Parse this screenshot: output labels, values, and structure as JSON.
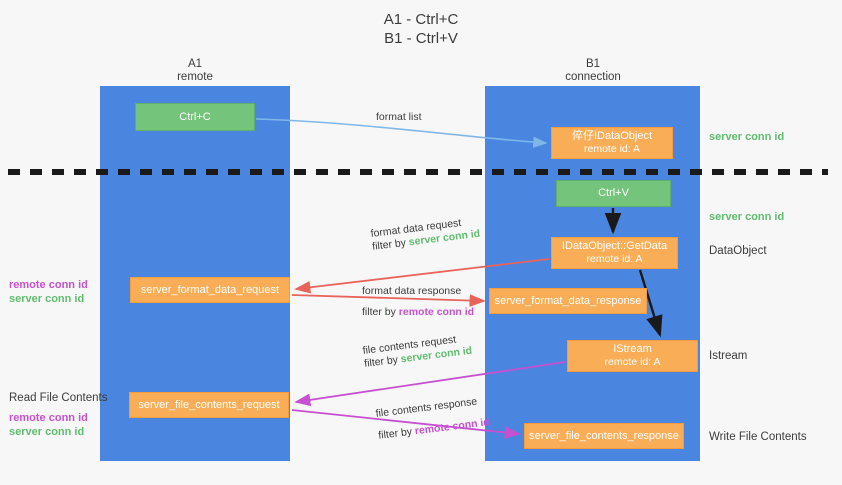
{
  "title": {
    "line1": "A1 - Ctrl+C",
    "line2": "B1 - Ctrl+V"
  },
  "lanes": [
    {
      "id": "a1",
      "title": "A1",
      "subtitle": "remote",
      "color": "#4a86e0"
    },
    {
      "id": "b1",
      "title": "B1",
      "subtitle": "connection",
      "color": "#4a86e0"
    }
  ],
  "colors": {
    "lane": "#4a86e0",
    "green_box": "#74c47c",
    "orange_box": "#f9ad56",
    "server_conn_id": "#5fbd6e",
    "remote_conn_id": "#c750d0",
    "arrow_blue": "#7fb8e8",
    "arrow_red": "#e8645a",
    "arrow_purple": "#c750d0",
    "arrow_black": "#1a1a1a",
    "background": "#f7f7f7"
  },
  "boxes": {
    "ctrl_c": {
      "label": "Ctrl+C",
      "style": "green"
    },
    "idataobject": {
      "line1": "倅仔IDataObject",
      "line2": "remote id: A",
      "style": "orange"
    },
    "ctrl_v": {
      "label": "Ctrl+V",
      "style": "green"
    },
    "getdata": {
      "line1": "IDataObject::GetData",
      "line2": "remote id: A",
      "style": "orange"
    },
    "server_format_data_request": {
      "label": "server_format_data_request",
      "style": "orange"
    },
    "server_format_data_response": {
      "label": "server_format_data_response",
      "style": "orange"
    },
    "istream": {
      "line1": "IStream",
      "line2": "remote id: A",
      "style": "orange"
    },
    "server_file_contents_request": {
      "label": "server_file_contents_request",
      "style": "orange"
    },
    "server_file_contents_response": {
      "label": "server_file_contents_response",
      "style": "orange"
    }
  },
  "edge_labels": {
    "format_list": "format list",
    "format_data_request": "format data request",
    "format_data_request_filter_prefix": "filter by ",
    "format_data_request_filter_value": "server conn id",
    "format_data_response": "format data response",
    "format_data_response_filter_prefix": "filter by ",
    "format_data_response_filter_value": "remote conn id",
    "file_contents_request": "file contents request",
    "file_contents_request_filter_prefix": "filter by ",
    "file_contents_request_filter_value": "server conn id",
    "file_contents_response": "file contents response",
    "file_contents_response_filter_prefix": "filter by ",
    "file_contents_response_filter_value": "remote conn id"
  },
  "annotations": {
    "server_conn_id_top": "server conn id",
    "server_conn_id_second": "server conn id",
    "dataobject": "DataObject",
    "istream": "Istream",
    "write_file_contents": "Write File Contents",
    "read_file_contents": "Read File Contents",
    "left_pair_1": {
      "remote": "remote conn id",
      "server": "server conn id"
    },
    "left_pair_2": {
      "remote": "remote conn id",
      "server": "server conn id"
    }
  }
}
